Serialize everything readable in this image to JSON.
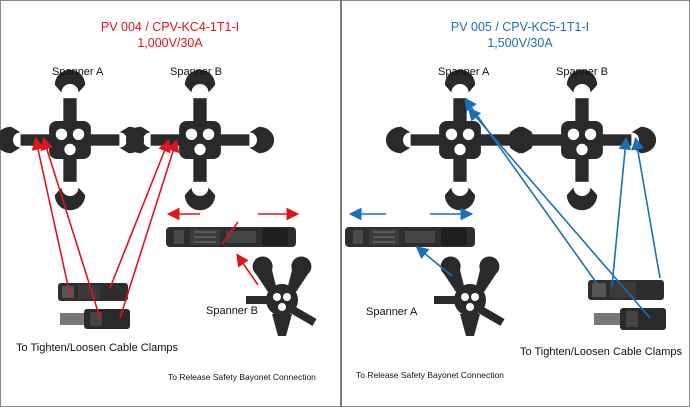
{
  "left": {
    "title_line1": "PV 004 / CPV-KC4-1T1-I",
    "title_line2": "1,000V/30A",
    "spanner_a": "Spanner A",
    "spanner_b": "Spanner B",
    "spanner_b_lower": "Spanner B",
    "caption_clamps": "To Tighten/Loosen Cable Clamps",
    "caption_bayonet": "To Release Safety Bayonet Connection"
  },
  "right": {
    "title_line1": "PV 005 / CPV-KC5-1T1-I",
    "title_line2": "1,500V/30A",
    "spanner_a": "Spanner A",
    "spanner_b": "Spanner B",
    "spanner_a_lower": "Spanner A",
    "caption_clamps": "To Tighten/Loosen Cable Clamps",
    "caption_bayonet": "To Release Safety Bayonet Connection"
  },
  "colors": {
    "left_accent": "#e0141b",
    "right_accent": "#1a6fb8",
    "tool": "#2a2a2a"
  }
}
